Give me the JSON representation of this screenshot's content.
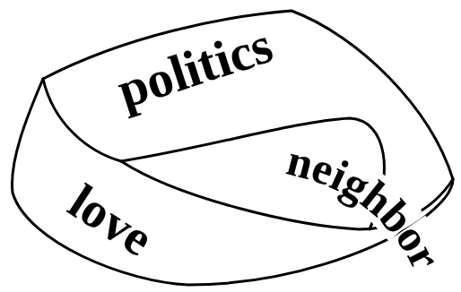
{
  "diagram": {
    "labels": [
      "politics",
      "neighbor",
      "love"
    ]
  }
}
